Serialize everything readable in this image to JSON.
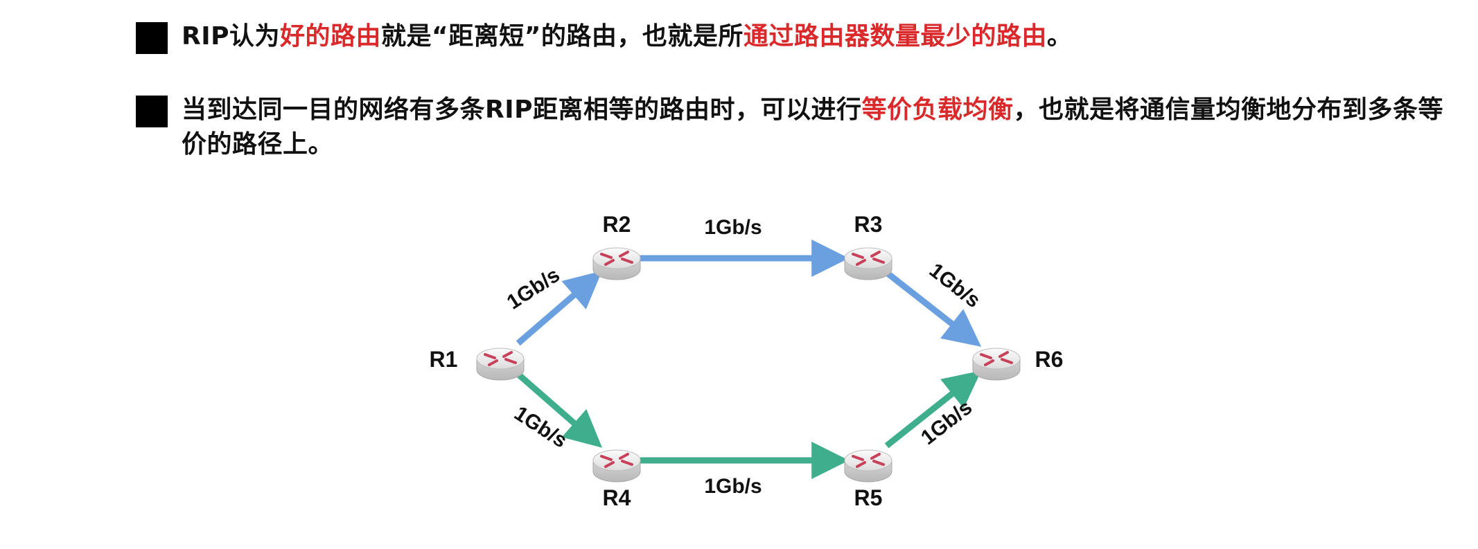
{
  "bullets": [
    {
      "segments": [
        {
          "text": "RIP认为",
          "highlight": false
        },
        {
          "text": "好的路由",
          "highlight": true
        },
        {
          "text": "就是“距离短”的路由，也就是所",
          "highlight": false
        },
        {
          "text": "通过路由器数量最少的路由",
          "highlight": true
        },
        {
          "text": "。",
          "highlight": false
        }
      ]
    },
    {
      "segments": [
        {
          "text": "当到达同一目的网络有多条RIP距离相等的路由时，可以进行",
          "highlight": false
        },
        {
          "text": "等价负载均衡",
          "highlight": true
        },
        {
          "text": "，也就是将通信量均衡地分布到多条等价的路径上。",
          "highlight": false
        }
      ]
    }
  ],
  "colors": {
    "highlight": "#d9292b",
    "upper_path": "#6a9fe0",
    "lower_path": "#3fae8c",
    "router_body": "#e6e6e6",
    "router_mark": "#c8415a"
  },
  "routers": [
    {
      "id": "R1",
      "label": "R1"
    },
    {
      "id": "R2",
      "label": "R2"
    },
    {
      "id": "R3",
      "label": "R3"
    },
    {
      "id": "R4",
      "label": "R4"
    },
    {
      "id": "R5",
      "label": "R5"
    },
    {
      "id": "R6",
      "label": "R6"
    }
  ],
  "links": [
    {
      "from": "R1",
      "to": "R2",
      "label": "1Gb/s",
      "path": "upper"
    },
    {
      "from": "R2",
      "to": "R3",
      "label": "1Gb/s",
      "path": "upper"
    },
    {
      "from": "R3",
      "to": "R6",
      "label": "1Gb/s",
      "path": "upper"
    },
    {
      "from": "R1",
      "to": "R4",
      "label": "1Gb/s",
      "path": "lower"
    },
    {
      "from": "R4",
      "to": "R5",
      "label": "1Gb/s",
      "path": "lower"
    },
    {
      "from": "R5",
      "to": "R6",
      "label": "1Gb/s",
      "path": "lower"
    }
  ]
}
